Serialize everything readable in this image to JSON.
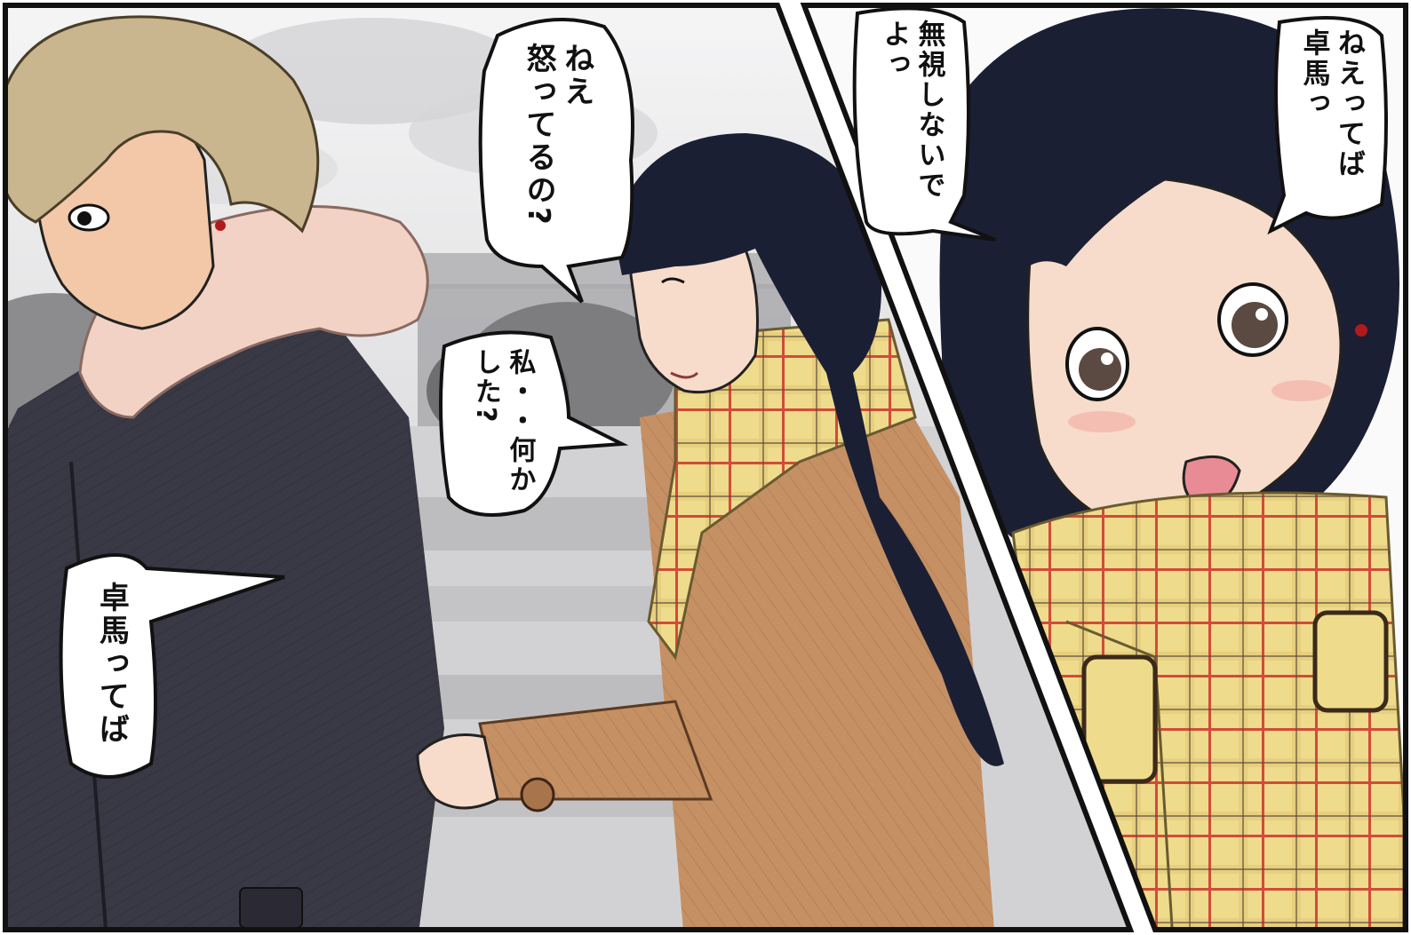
{
  "colors": {
    "border": "#111111",
    "sky": "#e9e9ea",
    "blonde_hair": "#c9b58e",
    "dark_hair": "#1b1f33",
    "fur_collar": "#f3d2c6",
    "navy_coat": "#393845",
    "camel_coat": "#c59064",
    "plaid_base": "#efdb8c",
    "plaid_red": "#d14b3a",
    "skin": "#f7dccb"
  },
  "bubbles": {
    "angry": {
      "lines": [
        "ねえ",
        "怒ってるの?"
      ]
    },
    "did_something": {
      "lines": [
        "私・・何か",
        "した?"
      ]
    },
    "takuma_left": {
      "lines": [
        "卓馬ってば"
      ]
    },
    "dont_ignore": {
      "lines": [
        "無視しないで",
        "よっ"
      ]
    },
    "takuma_right": {
      "lines": [
        "ねえってば",
        "卓馬っ"
      ]
    }
  }
}
